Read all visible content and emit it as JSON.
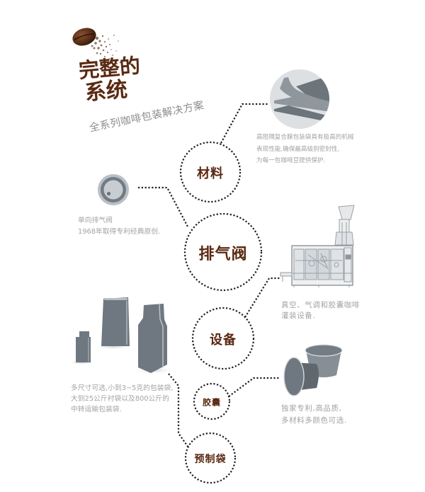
{
  "header": {
    "title_line1": "完整的",
    "title_line2": "系统",
    "subtitle": "全系列咖啡包装解决方案"
  },
  "nodes": [
    {
      "label": "材料",
      "icon": "laminated-film-icon",
      "description": [
        "高阻隔复合膜包装袋具有极高的机械",
        "表现性能,确保最高级别密封性,",
        "为每一包咖啡豆提供保护."
      ]
    },
    {
      "label": "排气阀",
      "icon": "degassing-valve-icon",
      "description": [
        "单向排气阀",
        "1968年取得专利经典原创."
      ]
    },
    {
      "label": "设备",
      "icon": "filling-machine-icon",
      "description": [
        "真空、气调和胶囊咖啡",
        "灌装设备."
      ]
    },
    {
      "label": "胶囊",
      "icon": "coffee-capsule-icon",
      "description": [
        "独家专利,高品质,",
        "多材料多颜色可选."
      ]
    },
    {
      "label": "预制袋",
      "icon": "premade-bags-icon",
      "description": [
        "多尺寸可选,小到3~5克的包装袋,",
        "大到25公斤衬袋以及800公斤的",
        "中转运输包装袋."
      ]
    }
  ],
  "colors": {
    "brand_brown": "#5a2912",
    "dotted_line": "#1e1e1e",
    "icon_gray": "#6f7880",
    "description_text": "#a3a3a3"
  }
}
